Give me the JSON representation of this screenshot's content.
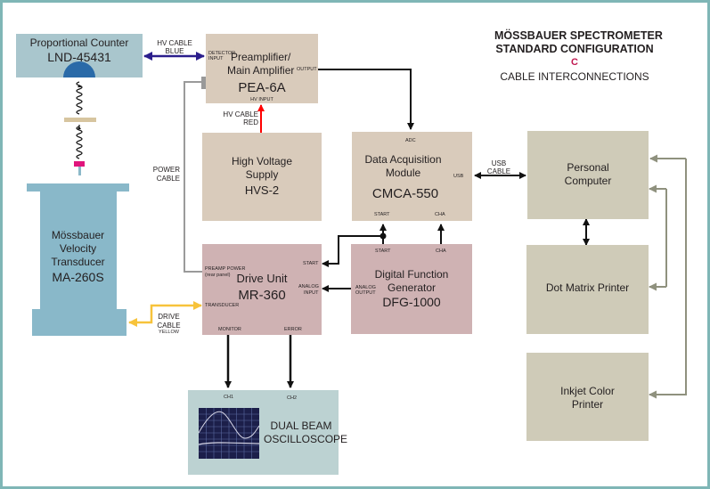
{
  "title": {
    "line1": "MÖSSBAUER SPECTROMETER",
    "line2": "STANDARD CONFIGURATION",
    "letter": "C",
    "line3": "CABLE INTERCONNECTIONS"
  },
  "colors": {
    "frame": "#7fb6b6",
    "hv_blue": "#2b1e8c",
    "hv_red": "#ff0000",
    "drive_yellow": "#f7c33b",
    "power_gray": "#9a9a9a",
    "printer_gray": "#8f917e",
    "title_accent": "#c0174f"
  },
  "blocks": {
    "counter": {
      "line1": "Proportional Counter",
      "model": "LND-45431"
    },
    "preamp": {
      "line1": "Preamplifier/",
      "line2": "Main Amplifier",
      "model": "PEA-6A",
      "port_detector": "DETECTOR",
      "port_detector2": "INPUT",
      "port_output": "OUTPUT",
      "port_hv": "HV INPUT"
    },
    "hvs": {
      "line1": "High Voltage",
      "line2": "Supply",
      "model": "HVS-2"
    },
    "daq": {
      "line1": "Data Acquisition",
      "line2": "Module",
      "model": "CMCA-550",
      "port_adc": "ADC",
      "port_usb": "USB",
      "port_start": "START",
      "port_cha": "CHA"
    },
    "transducer": {
      "line1": "Mössbauer",
      "line2": "Velocity",
      "line3": "Transducer",
      "model": "MA-260S"
    },
    "drive": {
      "line1": "Drive Unit",
      "model": "MR-360",
      "port_preamp": "PREAMP POWER",
      "port_preamp2": "(rear panel)",
      "port_start": "START",
      "port_analog": "ANALOG",
      "port_analog2": "INPUT",
      "port_transducer": "TRANSDUCER",
      "port_monitor": "MONITOR",
      "port_error": "ERROR"
    },
    "dfg": {
      "line1": "Digital Function",
      "line2": "Generator",
      "model": "DFG-1000",
      "port_start": "START",
      "port_cha": "CHA",
      "port_analog": "ANALOG",
      "port_analog2": "OUTPUT"
    },
    "pc": {
      "line1": "Personal",
      "line2": "Computer"
    },
    "dotmatrix": {
      "line1": "Dot Matrix Printer"
    },
    "inkjet": {
      "line1": "Inkjet Color",
      "line2": "Printer"
    },
    "scope": {
      "line1": "DUAL BEAM",
      "line2": "OSCILLOSCOPE",
      "port_ch1": "CH1",
      "port_ch2": "CH2"
    }
  },
  "cables": {
    "hv_blue": {
      "line1": "HV CABLE",
      "line2": "BLUE"
    },
    "hv_red": {
      "line1": "HV CABLE",
      "line2": "RED"
    },
    "power": {
      "line1": "POWER",
      "line2": "CABLE"
    },
    "usb": {
      "line1": "USB",
      "line2": "CABLE"
    },
    "drive": {
      "line1": "DRIVE",
      "line2": "CABLE",
      "line3": "YELLOW"
    }
  }
}
